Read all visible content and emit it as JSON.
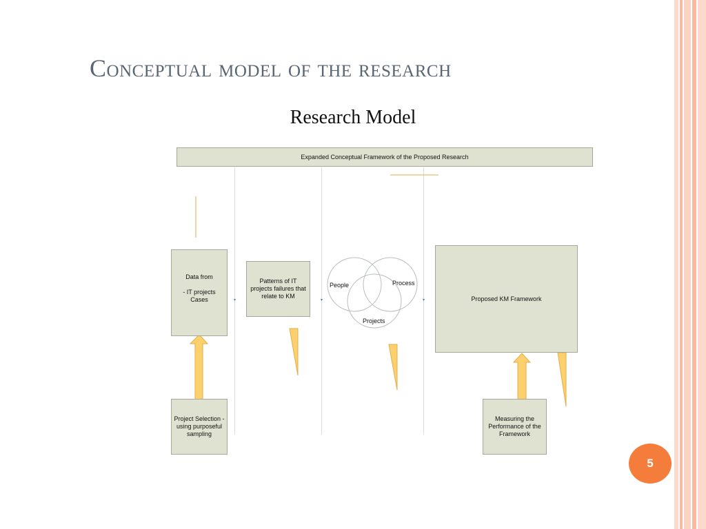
{
  "slide": {
    "title": "Conceptual model of the research",
    "subtitle": "Research Model",
    "page_number": "5"
  },
  "diagram": {
    "header": "Expanded Conceptual Framework of the Proposed Research",
    "boxes": {
      "data_from": "Data from\n\n- IT projects\nCases",
      "patterns": "Patterns of IT projects failures that relate to KM",
      "km_framework": "Proposed KM Framework",
      "project_selection": "Project Selection -using purposeful sampling",
      "measuring": "Measuring the Performance of the Framework"
    },
    "venn": {
      "people": "People",
      "process": "Process",
      "projects": "Projects"
    },
    "colors": {
      "arrow_fill": "#fcd06c",
      "arrow_stroke": "#e3ad48",
      "box_fill": "#dfe2d1",
      "accent": "#f47d3c"
    }
  }
}
